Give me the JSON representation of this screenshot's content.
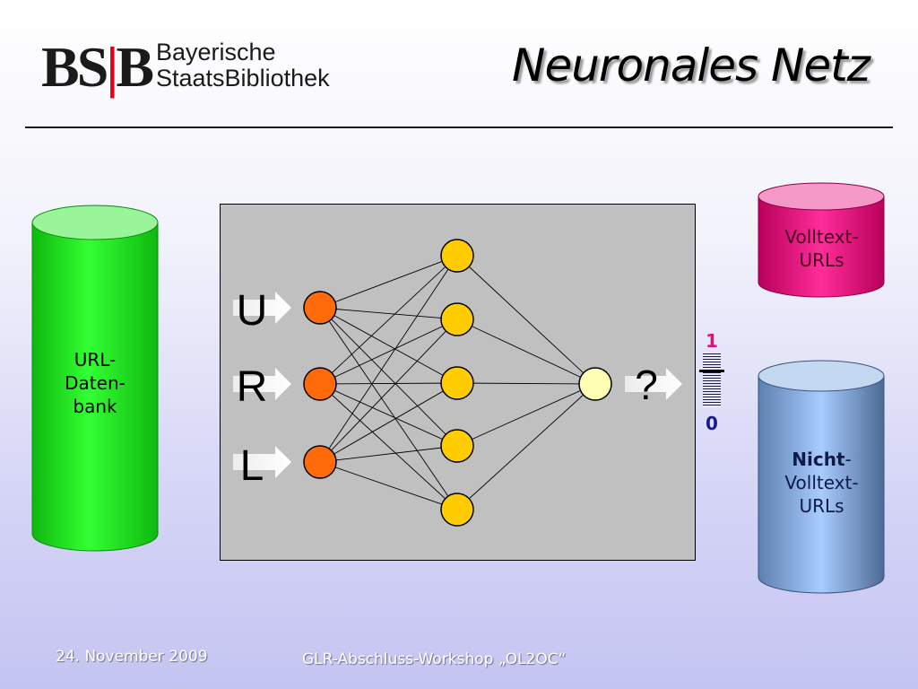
{
  "header": {
    "logo_mark": "BSB",
    "logo_line1": "Bayerische",
    "logo_line2": "StaatsBibliothek",
    "title": "Neuronales Netz"
  },
  "left_db": {
    "line1": "URL-",
    "line2": "Daten-",
    "line3": "bank",
    "color": "#22dd22"
  },
  "network": {
    "inputs": [
      "U",
      "R",
      "L"
    ],
    "output_symbol": "?",
    "input_node_color": "#ff6b0a",
    "hidden_node_color": "#ffcc00",
    "output_node_color": "#ffffb3",
    "input_count": 3,
    "hidden_count": 5,
    "output_count": 1
  },
  "scale": {
    "top": "1",
    "bottom": "0",
    "top_color": "#e0117f",
    "bottom_color": "#1a1a8c"
  },
  "right_top_db": {
    "line1": "Volltext-",
    "line2": "URLs",
    "color": "#e6157f"
  },
  "right_bottom_db": {
    "bold": "Nicht",
    "rest": "-",
    "line2": "Volltext-",
    "line3": "URLs",
    "color": "#8fb8ee"
  },
  "footer": {
    "date": "24. November 2009",
    "event": "GLR-Abschluss-Workshop „OL2OC“"
  }
}
